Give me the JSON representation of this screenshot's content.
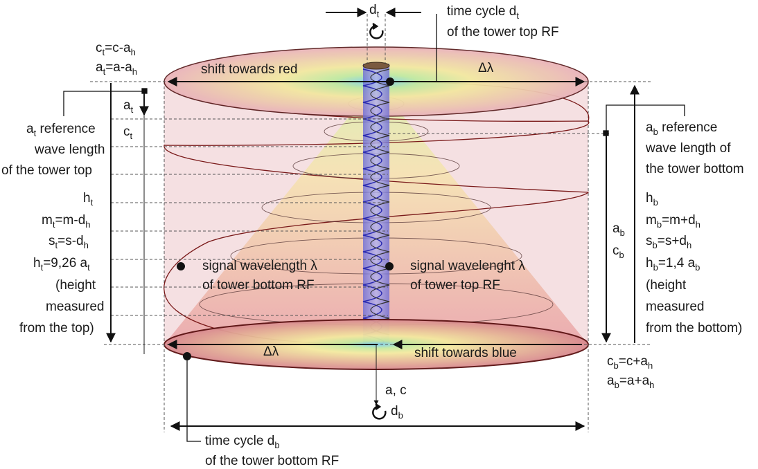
{
  "labels": {
    "dt_top": "d",
    "dt_top_sub": "t",
    "time_cycle_top_1": "time cycle d",
    "time_cycle_top_1_sub": "t",
    "time_cycle_top_2": "of the tower top RF",
    "ct_formula": "c",
    "ct_formula_sub": "t",
    "ct_formula_rhs": "=c-a",
    "ct_formula_rhs_sub": "h",
    "at_formula": "a",
    "at_formula_sub": "t",
    "at_formula_rhs": "=a-a",
    "at_formula_rhs_sub": "h",
    "shift_red": "shift towards red",
    "delta_lambda": "Δλ",
    "at_side": "a",
    "at_side_sub": "t",
    "ct_side": "c",
    "ct_side_sub": "t",
    "at_ref_1": "a",
    "at_ref_1_sub": "t",
    "at_ref_1_rest": " reference",
    "at_ref_2": "wave length",
    "at_ref_3": "of the tower top",
    "ht": "h",
    "ht_sub": "t",
    "mt": "m",
    "mt_sub": "t",
    "mt_rhs": "=m-d",
    "mt_rhs_sub": "h",
    "st": "s",
    "st_sub": "t",
    "st_rhs": "=s-d",
    "st_rhs_sub": "h",
    "ht_eq": "h",
    "ht_eq_sub": "t",
    "ht_eq_rhs": "=9,26 a",
    "ht_eq_rhs_sub": "t",
    "height_top_1": "(height",
    "height_top_2": "measured",
    "height_top_3": "from the top)",
    "signal_bottom_1": "signal wavelength λ",
    "signal_bottom_2": "of tower bottom RF",
    "signal_top_1": "signal wavelenght λ",
    "signal_top_2": "of tower top RF",
    "ab_ref_1": "a",
    "ab_ref_1_sub": "b",
    "ab_ref_1_rest": " reference",
    "ab_ref_2": "wave length of",
    "ab_ref_3": "the tower bottom",
    "hb": "h",
    "hb_sub": "b",
    "mb": "m",
    "mb_sub": "b",
    "mb_rhs": "=m+d",
    "mb_rhs_sub": "h",
    "sb": "s",
    "sb_sub": "b",
    "sb_rhs": "=s+d",
    "sb_rhs_sub": "h",
    "hb_eq": "h",
    "hb_eq_sub": "b",
    "hb_eq_rhs": "=1,4 a",
    "hb_eq_rhs_sub": "b",
    "height_bottom_1": "(height",
    "height_bottom_2": "measured",
    "height_bottom_3": "from the bottom)",
    "ab_side": "a",
    "ab_side_sub": "b",
    "cb_side": "c",
    "cb_side_sub": "b",
    "delta_lambda_bottom": "Δλ",
    "shift_blue": "shift towards blue",
    "cb_formula": "c",
    "cb_formula_sub": "b",
    "cb_formula_rhs": "=c+a",
    "cb_formula_rhs_sub": "h",
    "ab_formula": "a",
    "ab_formula_sub": "b",
    "ab_formula_rhs": "=a+a",
    "ab_formula_rhs_sub": "h",
    "axis_ac": "a, c",
    "db": "d",
    "db_sub": "b",
    "time_cycle_bottom_1": "time cycle d",
    "time_cycle_bottom_1_sub": "b",
    "time_cycle_bottom_2": "of the tower bottom RF"
  },
  "colors": {
    "cylinder_fill": "#e8b9bf",
    "helix_red": "#7a1a1a",
    "helix_blue": "#2a2ab0",
    "tower_blue": "#8c8ce0",
    "outline": "#1a1a1a"
  }
}
